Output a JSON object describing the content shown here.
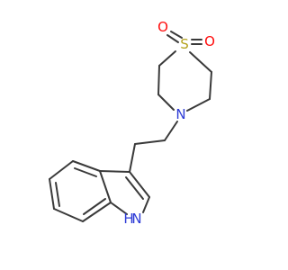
{
  "molecule": {
    "atoms": [
      {
        "name": "atom-s",
        "label": "S",
        "color": "#b5a21c"
      },
      {
        "name": "atom-o1",
        "label": "O",
        "color": "#ff0d0d"
      },
      {
        "name": "atom-o2",
        "label": "O",
        "color": "#ff0d0d"
      },
      {
        "name": "atom-n",
        "label": "N",
        "color": "#2d3bd6"
      },
      {
        "name": "atom-nh",
        "label": "H",
        "color": "#2d3bd6"
      },
      {
        "name": "atom-nh-n",
        "label": "N",
        "color": "#2d3bd6"
      }
    ],
    "bond_color": "#3a3a3a"
  }
}
